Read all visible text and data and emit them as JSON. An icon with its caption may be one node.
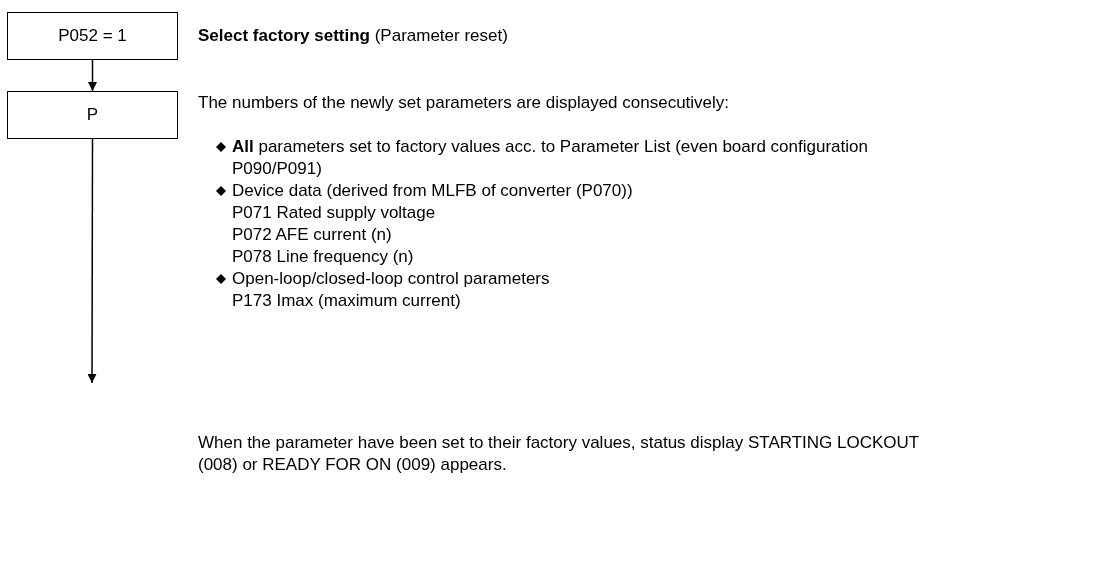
{
  "diagram": {
    "nodes": [
      {
        "text": [
          "P052 = 1"
        ],
        "beside": [
          "**Select factory setting** (Parameter reset)"
        ]
      },
      {
        "text": [
          "P"
        ],
        "beside": [
          "The numbers of the newly set parameters are displayed consecutively:",
          "**All** parameters set to factory values acc. to Parameter List (even board configuration P090/P091)",
          "Device data (derived from MLFB of converter (P070))",
          "P071 Rated supply voltage",
          "P072 AFE current (n)",
          "P078 Line frequency (n)",
          "Open-loop/closed-loop control parameters",
          "P173 Imax (maximum current)"
        ]
      }
    ],
    "edges": [
      {
        "from": 0,
        "to": 1,
        "arrow": "to"
      },
      {
        "from": 1,
        "to": null,
        "arrow": "to"
      }
    ],
    "labels": [
      "When the parameter have been set to their factory values, status display STARTING LOCKOUT (008) or READY FOR ON (009) appears."
    ]
  }
}
